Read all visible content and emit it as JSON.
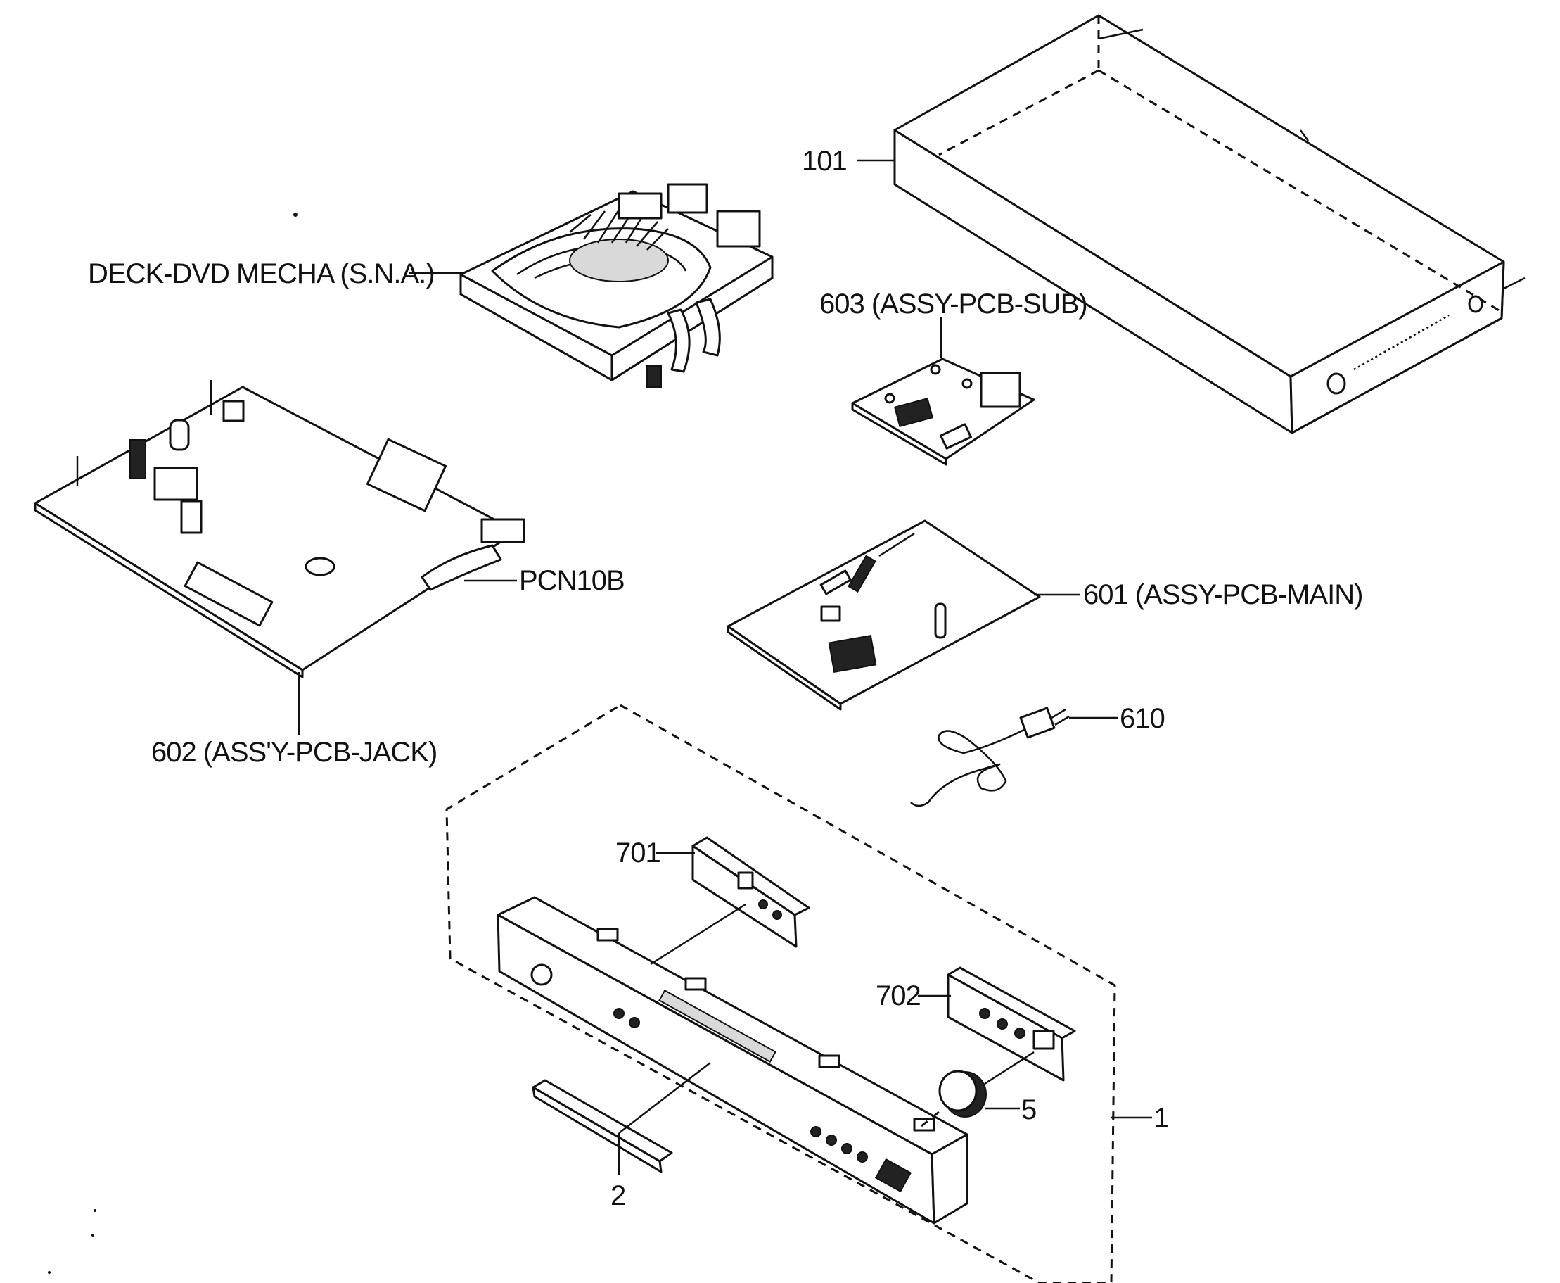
{
  "labels": {
    "cabinet": "101",
    "deck": "DECK-DVD MECHA (S.N.A.)",
    "pcb_sub": "603 (ASSY-PCB-SUB)",
    "pcb_main": "601 (ASSY-PCB-MAIN)",
    "pcb_jack": "602 (ASS'Y-PCB-JACK)",
    "connector": "PCN10B",
    "power_cord": "610",
    "pcb_701": "701",
    "pcb_702": "702",
    "front_assy": "1",
    "tray_door": "2",
    "knob": "5"
  }
}
